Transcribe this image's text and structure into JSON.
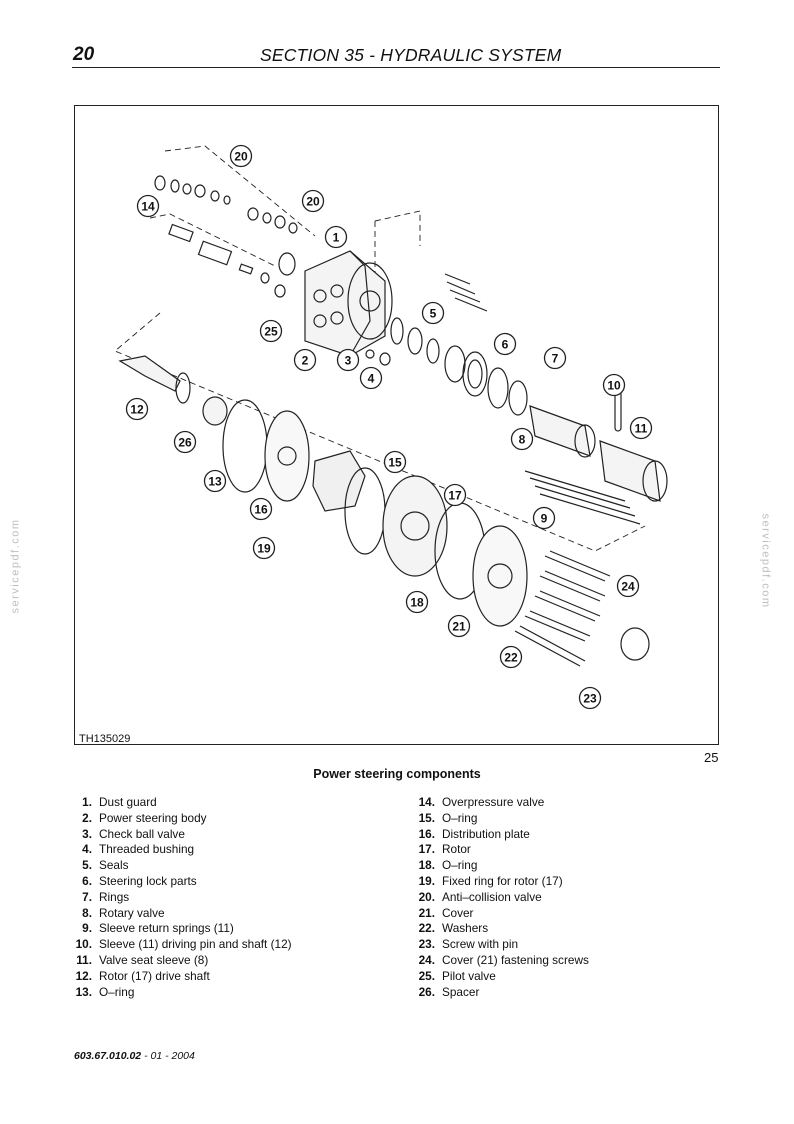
{
  "header": {
    "page_number": "20",
    "section_title": "SECTION 35 - HYDRAULIC SYSTEM"
  },
  "figure": {
    "code": "TH135029",
    "number": "25",
    "caption": "Power steering components",
    "callouts": [
      "20",
      "14",
      "20",
      "1",
      "25",
      "2",
      "3",
      "4",
      "5",
      "6",
      "7",
      "10",
      "11",
      "8",
      "12",
      "26",
      "13",
      "16",
      "15",
      "17",
      "19",
      "9",
      "24",
      "18",
      "21",
      "22",
      "23"
    ]
  },
  "legend": {
    "left": [
      {
        "num": "1.",
        "text": "Dust guard"
      },
      {
        "num": "2.",
        "text": "Power steering body"
      },
      {
        "num": "3.",
        "text": "Check ball valve"
      },
      {
        "num": "4.",
        "text": "Threaded bushing"
      },
      {
        "num": "5.",
        "text": "Seals"
      },
      {
        "num": "6.",
        "text": "Steering lock parts"
      },
      {
        "num": "7.",
        "text": "Rings"
      },
      {
        "num": "8.",
        "text": "Rotary valve"
      },
      {
        "num": "9.",
        "text": "Sleeve return springs (11)"
      },
      {
        "num": "10.",
        "text": "Sleeve (11) driving pin and shaft (12)"
      },
      {
        "num": "11.",
        "text": "Valve seat sleeve (8)"
      },
      {
        "num": "12.",
        "text": "Rotor (17) drive shaft"
      },
      {
        "num": "13.",
        "text": "O–ring"
      }
    ],
    "right": [
      {
        "num": "14.",
        "text": "Overpressure valve"
      },
      {
        "num": "15.",
        "text": "O–ring"
      },
      {
        "num": "16.",
        "text": "Distribution plate"
      },
      {
        "num": "17.",
        "text": "Rotor"
      },
      {
        "num": "18.",
        "text": "O–ring"
      },
      {
        "num": "19.",
        "text": "Fixed ring for rotor (17)"
      },
      {
        "num": "20.",
        "text": "Anti–collision valve"
      },
      {
        "num": "21.",
        "text": "Cover"
      },
      {
        "num": "22.",
        "text": "Washers"
      },
      {
        "num": "23.",
        "text": "Screw with pin"
      },
      {
        "num": "24.",
        "text": "Cover (21) fastening screws"
      },
      {
        "num": "25.",
        "text": "Pilot valve"
      },
      {
        "num": "26.",
        "text": "Spacer"
      }
    ]
  },
  "footer": {
    "doc_code": "603.67.010.02",
    "date": " - 01 - 2004"
  },
  "watermark": "servicepdf.com"
}
